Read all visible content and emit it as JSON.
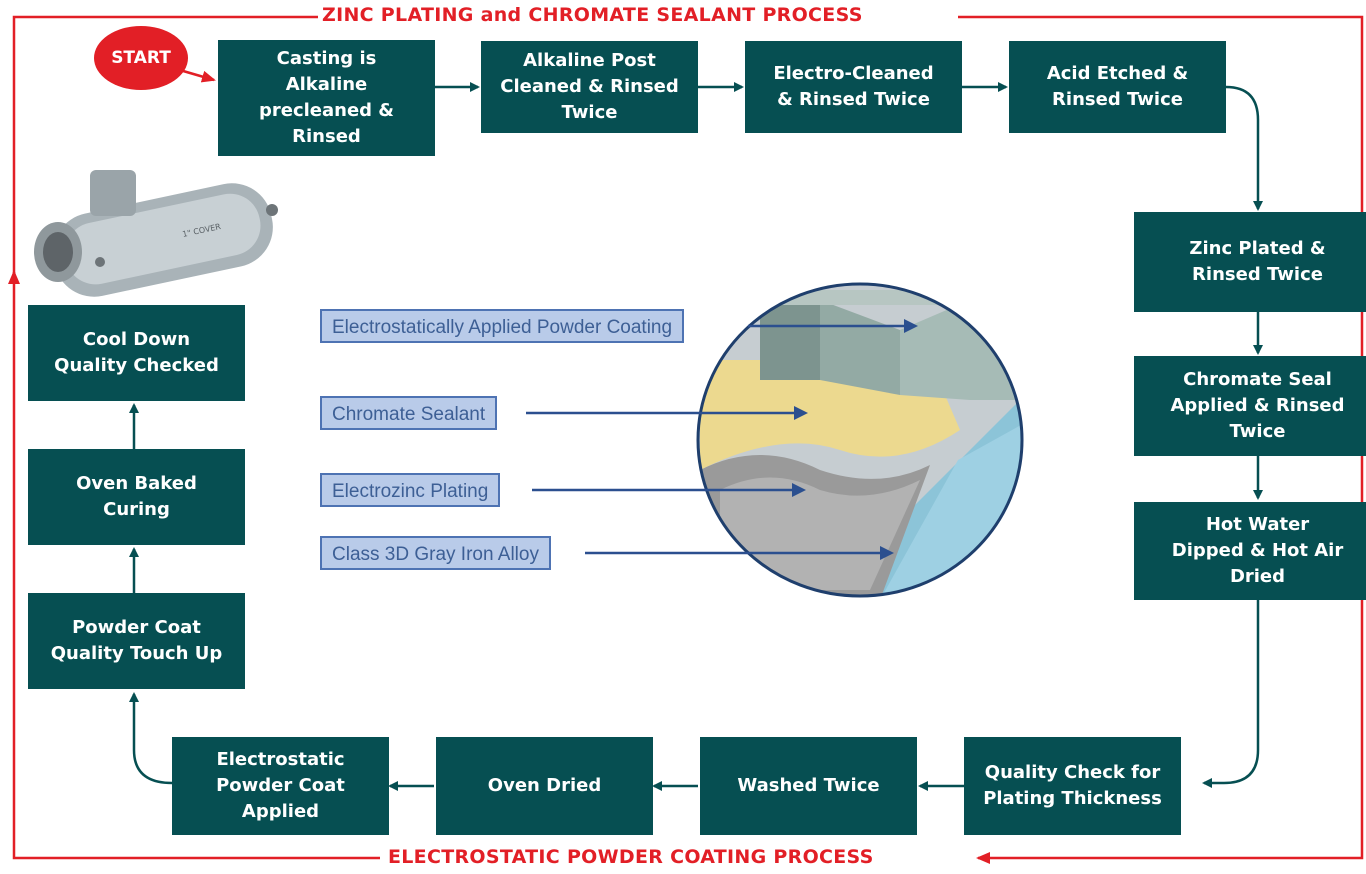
{
  "titles": {
    "top": "ZINC PLATING and CHROMATE SEALANT PROCESS",
    "bottom": "ELECTROSTATIC POWDER COATING PROCESS"
  },
  "start_label": "START",
  "steps": [
    "Casting is\nAlkaline\nprecleaned &\nRinsed",
    "Alkaline Post\nCleaned & Rinsed\nTwice",
    "Electro-Cleaned\n& Rinsed Twice",
    "Acid Etched &\nRinsed Twice",
    "Zinc Plated &\nRinsed Twice",
    "Chromate Seal\nApplied & Rinsed\nTwice",
    "Hot Water\nDipped & Hot Air\nDried",
    "Quality Check for\nPlating Thickness",
    "Washed Twice",
    "Oven Dried",
    "Electrostatic\nPowder Coat\nApplied",
    "Powder Coat\nQuality Touch Up",
    "Oven Baked\nCuring",
    "Cool Down\nQuality Checked"
  ],
  "layers": [
    "Electrostatically Applied Powder Coating",
    "Chromate Sealant",
    "Electrozinc Plating",
    "Class 3D Gray Iron Alloy"
  ],
  "product_label": "1\" COVER",
  "colors": {
    "box": "#064f52",
    "accent_red": "#e21f26",
    "label_fill": "#b9cbe9",
    "label_border": "#4e73b3"
  }
}
